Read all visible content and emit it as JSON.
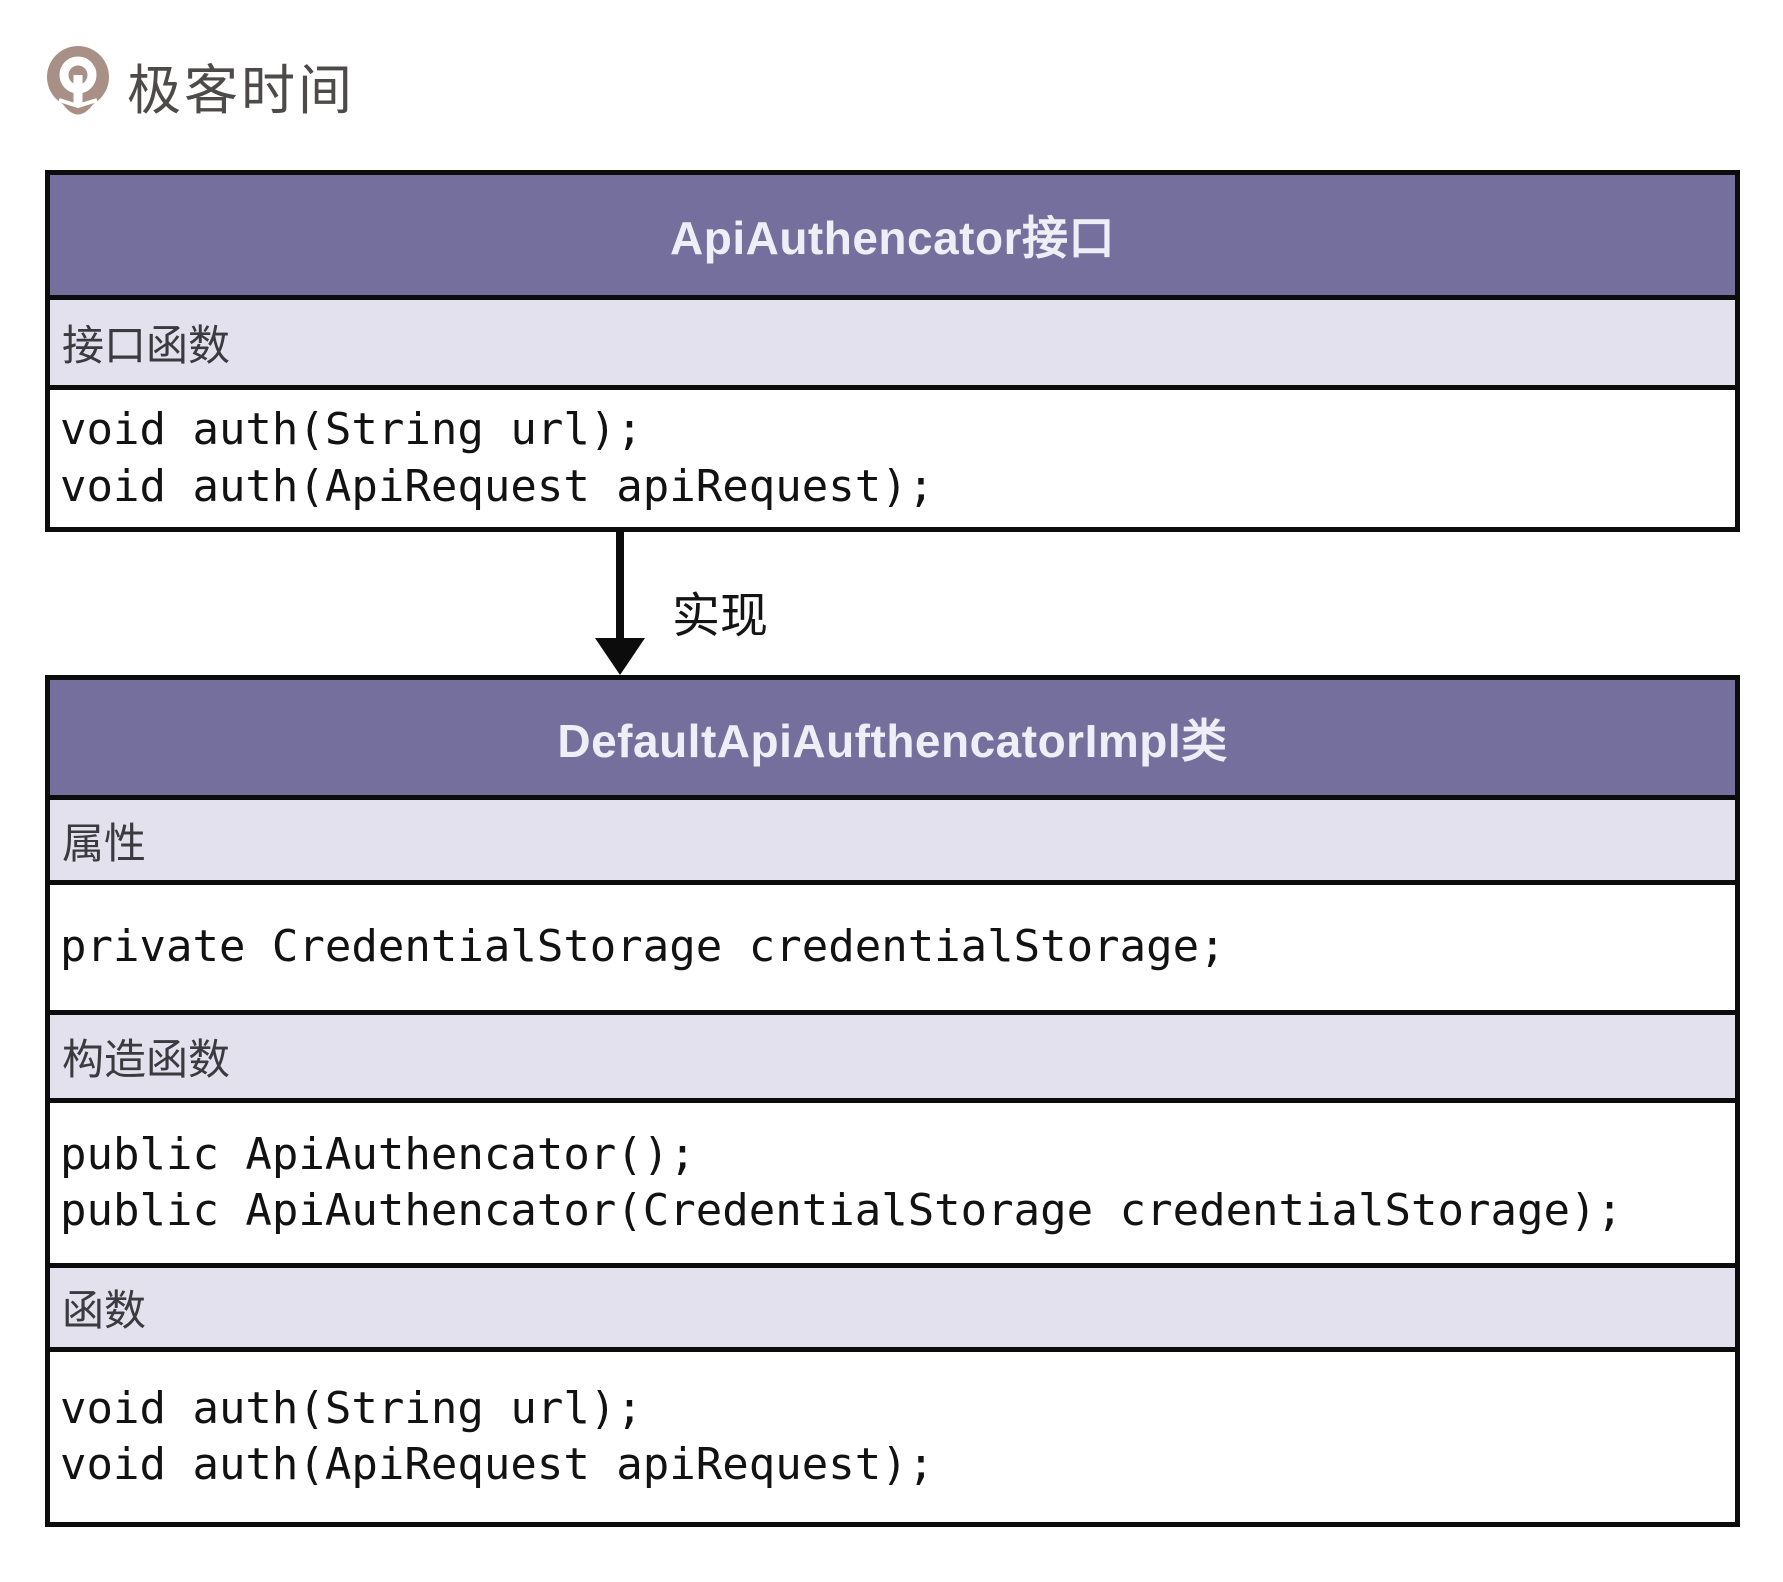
{
  "logo": {
    "brand": "极客时间",
    "icon": "geektime-pin-icon"
  },
  "colors": {
    "header_purple": "#746F9D",
    "section_lavender": "#E2E1ED",
    "border_black": "#0c0c0c",
    "logo_taupe": "#A89086",
    "header_text": "#efeef6"
  },
  "relation": {
    "label": "实现"
  },
  "interface_table": {
    "title": "ApiAuthencator接口",
    "sections": [
      {
        "label": "接口函数",
        "code": [
          "void auth(String url);",
          "void auth(ApiRequest apiRequest);"
        ]
      }
    ]
  },
  "class_table": {
    "title": "DefaultApiAufthencatorImpl类",
    "sections": [
      {
        "label": "属性",
        "code": [
          "private CredentialStorage credentialStorage;"
        ]
      },
      {
        "label": "构造函数",
        "code": [
          "public ApiAuthencator();",
          "public ApiAuthencator(CredentialStorage credentialStorage);"
        ]
      },
      {
        "label": "函数",
        "code": [
          "void auth(String url);",
          "void auth(ApiRequest apiRequest);"
        ]
      }
    ]
  }
}
